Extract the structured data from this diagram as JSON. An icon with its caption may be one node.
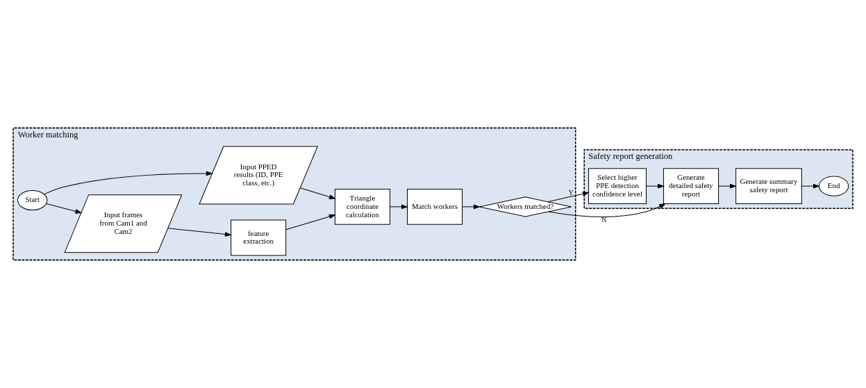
{
  "diagram": {
    "nodes": [
      {
        "text": [
          "Worker matching"
        ]
      },
      {
        "text": [
          "Start"
        ],
        "in": 0
      },
      {
        "text": [
          "Input frames from Cam1 and Cam2"
        ],
        "in": 0
      },
      {
        "text": [
          "feature extraction"
        ],
        "in": 0
      },
      {
        "text": [
          "Input PPED results (ID, PPE class, etc.)"
        ],
        "in": 0
      },
      {
        "text": [
          "Triangle coordinate calculation"
        ],
        "in": 0
      },
      {
        "text": [
          "Match workers"
        ],
        "in": 0
      },
      {
        "text": [
          "Workers matched?"
        ],
        "in": 0
      },
      {
        "text": [
          "Safety report generation"
        ]
      },
      {
        "text": [
          "Select higher PPE detection confidence level"
        ],
        "in": 8
      },
      {
        "text": [
          "Generate detailed safety report"
        ],
        "in": 8
      },
      {
        "text": [
          "Generate summary safety report"
        ],
        "in": 8
      },
      {
        "text": [
          "End"
        ],
        "in": 8
      }
    ],
    "edges": [
      {
        "from": 1,
        "to": 2,
        "arrow": "to"
      },
      {
        "from": 1,
        "to": 4,
        "arrow": "to"
      },
      {
        "from": 2,
        "to": 3,
        "arrow": "to"
      },
      {
        "from": 3,
        "to": 5,
        "arrow": "to"
      },
      {
        "from": 4,
        "to": 5,
        "arrow": "to"
      },
      {
        "from": 5,
        "to": 6,
        "arrow": "to"
      },
      {
        "from": 6,
        "to": 7,
        "arrow": "to"
      },
      {
        "from": 7,
        "to": 9,
        "arrow": "to",
        "label": "Y"
      },
      {
        "from": 7,
        "to": 10,
        "arrow": "to",
        "label": "N"
      },
      {
        "from": 9,
        "to": 10,
        "arrow": "to"
      },
      {
        "from": 10,
        "to": 11,
        "arrow": "to"
      },
      {
        "from": 11,
        "to": 12,
        "arrow": "to"
      }
    ]
  }
}
